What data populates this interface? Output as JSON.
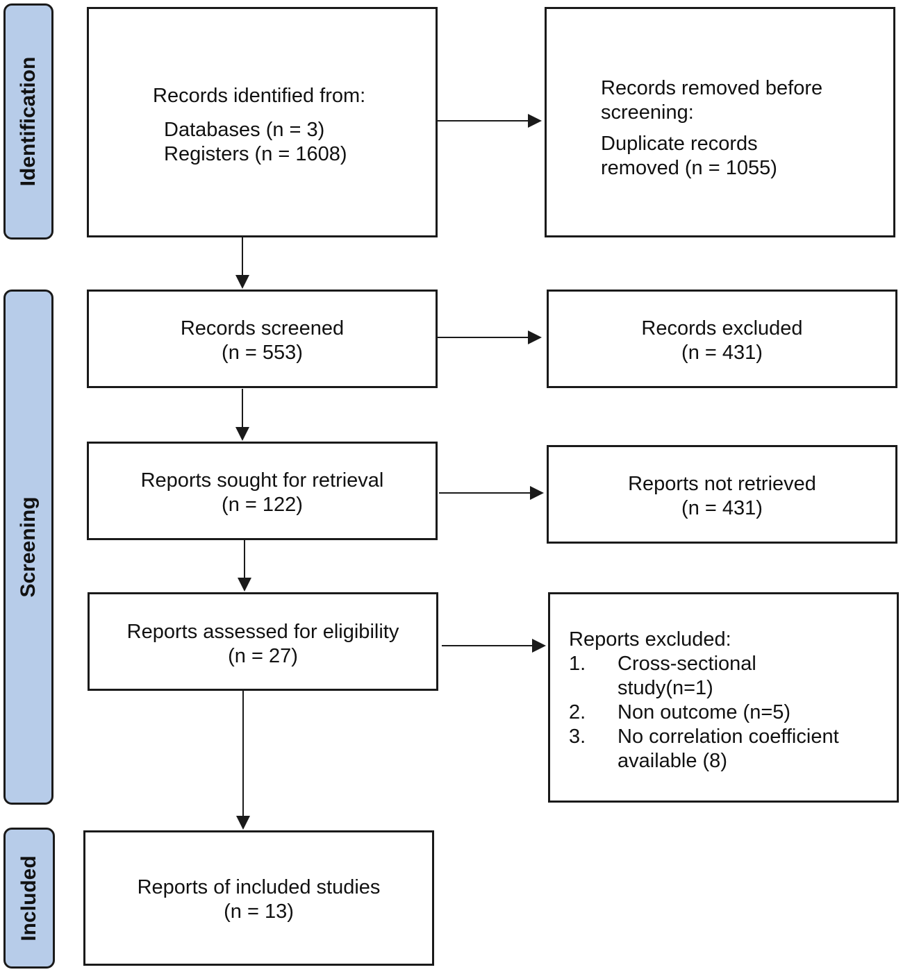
{
  "phases": {
    "identification": "Identification",
    "screening": "Screening",
    "included": "Included"
  },
  "boxes": {
    "identified": {
      "title": "Records identified from:",
      "line1": "Databases (n = 3)",
      "line2": "Registers (n = 1608)"
    },
    "removed": {
      "line1": "Records removed before",
      "line2": "screening:",
      "line3": "Duplicate records",
      "line4": "removed (n = 1055)"
    },
    "screened": {
      "title": "Records screened",
      "count": "(n = 553)"
    },
    "excluded": {
      "title": "Records excluded",
      "count": "(n = 431)"
    },
    "sought": {
      "title": "Reports sought for retrieval",
      "count": "(n = 122)"
    },
    "not_retrieved": {
      "title": "Reports not retrieved",
      "count": "(n = 431)"
    },
    "assessed": {
      "title": "Reports assessed for eligibility",
      "count": "(n = 27)"
    },
    "reports_excluded": {
      "title": "Reports excluded:",
      "items": [
        {
          "num": "1.",
          "line1": "Cross-sectional",
          "line2": "study(n=1)"
        },
        {
          "num": "2.",
          "line1": "Non outcome (n=5)"
        },
        {
          "num": "3.",
          "line1": "No correlation coefficient",
          "line2": "available (8)"
        }
      ]
    },
    "included": {
      "title": "Reports of included studies",
      "count": "(n = 13)"
    }
  }
}
